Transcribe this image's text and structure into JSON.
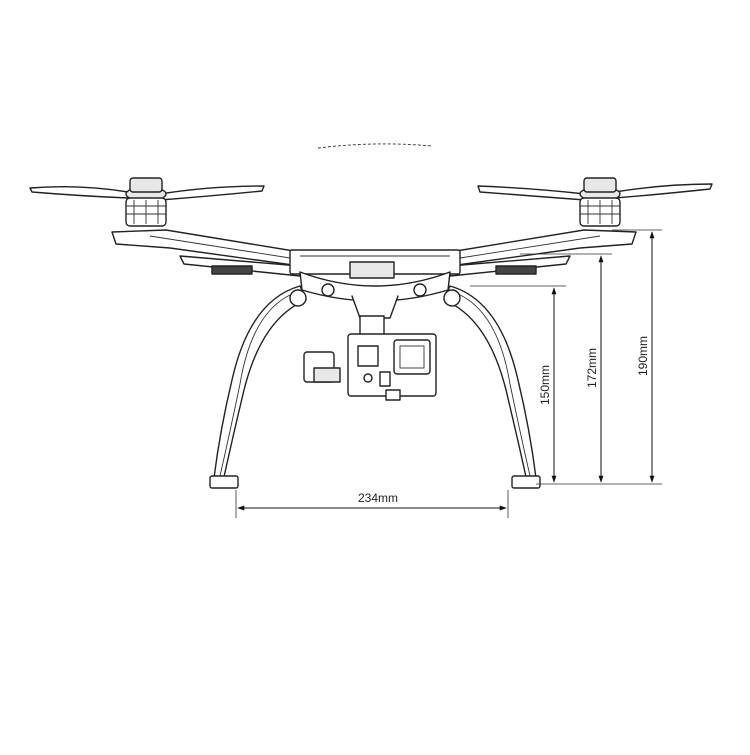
{
  "dimensions": {
    "width_label": "234mm",
    "height_frame": "150mm",
    "height_mid": "172mm",
    "height_total": "190mm"
  },
  "colors": {
    "ink": "#222222",
    "background": "#ffffff"
  }
}
